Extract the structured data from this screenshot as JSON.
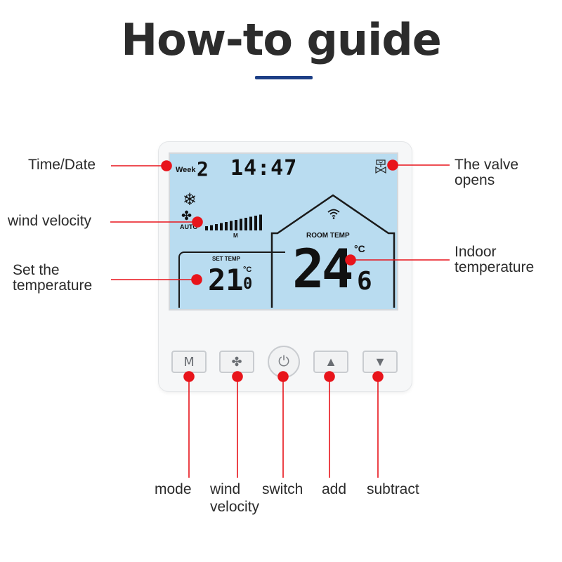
{
  "title": "How-to guide",
  "device": {
    "week_label": "Week",
    "week_num": "2",
    "time": "14:47",
    "auto_label": "AUTO",
    "fan_speed_label": "M",
    "set_temp_label": "SET TEMP",
    "set_temp_value": "21",
    "set_temp_unit": "°C",
    "set_temp_decimal": "0",
    "room_temp_label": "ROOM TEMP",
    "indoor_value": "24",
    "indoor_unit": "°C",
    "indoor_decimal": "6",
    "fan_speed_level": 0.75,
    "buttons": {
      "mode_label": "M"
    }
  },
  "callouts": {
    "time_date": "Time/Date",
    "wind_velocity": "wind velocity",
    "set_temperature_line1": "Set the",
    "set_temperature_line2": "temperature",
    "valve_line1": "The valve",
    "valve_line2": "opens",
    "indoor_line1": "Indoor",
    "indoor_line2": "temperature",
    "mode": "mode",
    "wind_line1": "wind",
    "wind_line2": "velocity",
    "switch": "switch",
    "add": "add",
    "subtract": "subtract"
  },
  "colors": {
    "accent_red": "#e8141b",
    "title_underline": "#1d3f86",
    "lcd_background": "#b9dcf0"
  }
}
